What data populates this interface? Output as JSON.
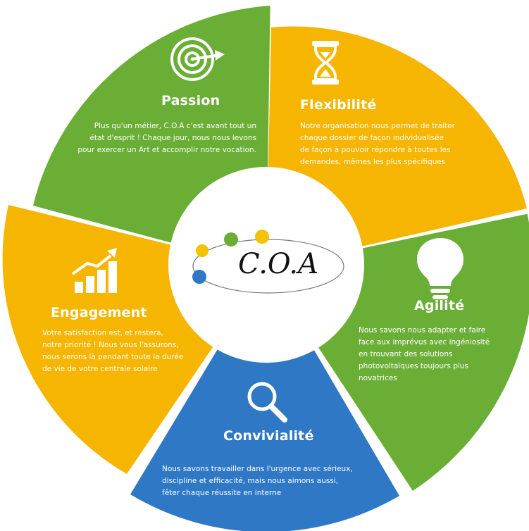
{
  "center": {
    "label": "C.O.A"
  },
  "colors": {
    "green": "#6aae36",
    "yellow": "#f5b500",
    "blue": "#2f78c5",
    "white": "#ffffff",
    "dot_green": "#6aae36",
    "dot_yellow": "#f5c200",
    "dot_blue": "#2f78c5"
  },
  "segments": [
    {
      "id": "passion",
      "title": "Passion",
      "icon": "target-arrow-icon",
      "lines": [
        "Plus qu'un métier, C.O.A c'est avant tout un",
        "état d'esprit ! Chaque jour, nous nous levons",
        "pour exercer un Art et accomplir notre vocation."
      ]
    },
    {
      "id": "flexibilite",
      "title": "Flexibilité",
      "icon": "hourglass-icon",
      "lines": [
        "Notre organisation nous permet de traiter",
        "chaque dossier de façon individualisée",
        "de façon à pouvoir répondre à toutes les",
        "demandes, mêmes les plus spécifiques"
      ]
    },
    {
      "id": "agilite",
      "title": "Agilité",
      "icon": "lightbulb-icon",
      "lines": [
        "Nous savons nous adapter et faire",
        "face aux imprévus avec ingéniosité",
        "en trouvant des solutions",
        "photovoltaïques toujours plus",
        "novatrices"
      ]
    },
    {
      "id": "convivialite",
      "title": "Convivialité",
      "icon": "magnifier-icon",
      "lines": [
        "Nous savons travailler dans l'urgence avec sérieux,",
        "discipline et efficacité, mais nous aimons aussi,",
        "fêter chaque réussite en interne"
      ]
    },
    {
      "id": "engagement",
      "title": "Engagement",
      "icon": "growth-chart-icon",
      "lines": [
        "Votre satisfaction est, et restera,",
        "notre priorité ! Nous vous l'assurons,",
        "nous serons là pendant toute la durée",
        "de vie de votre centrale solaire"
      ]
    }
  ]
}
